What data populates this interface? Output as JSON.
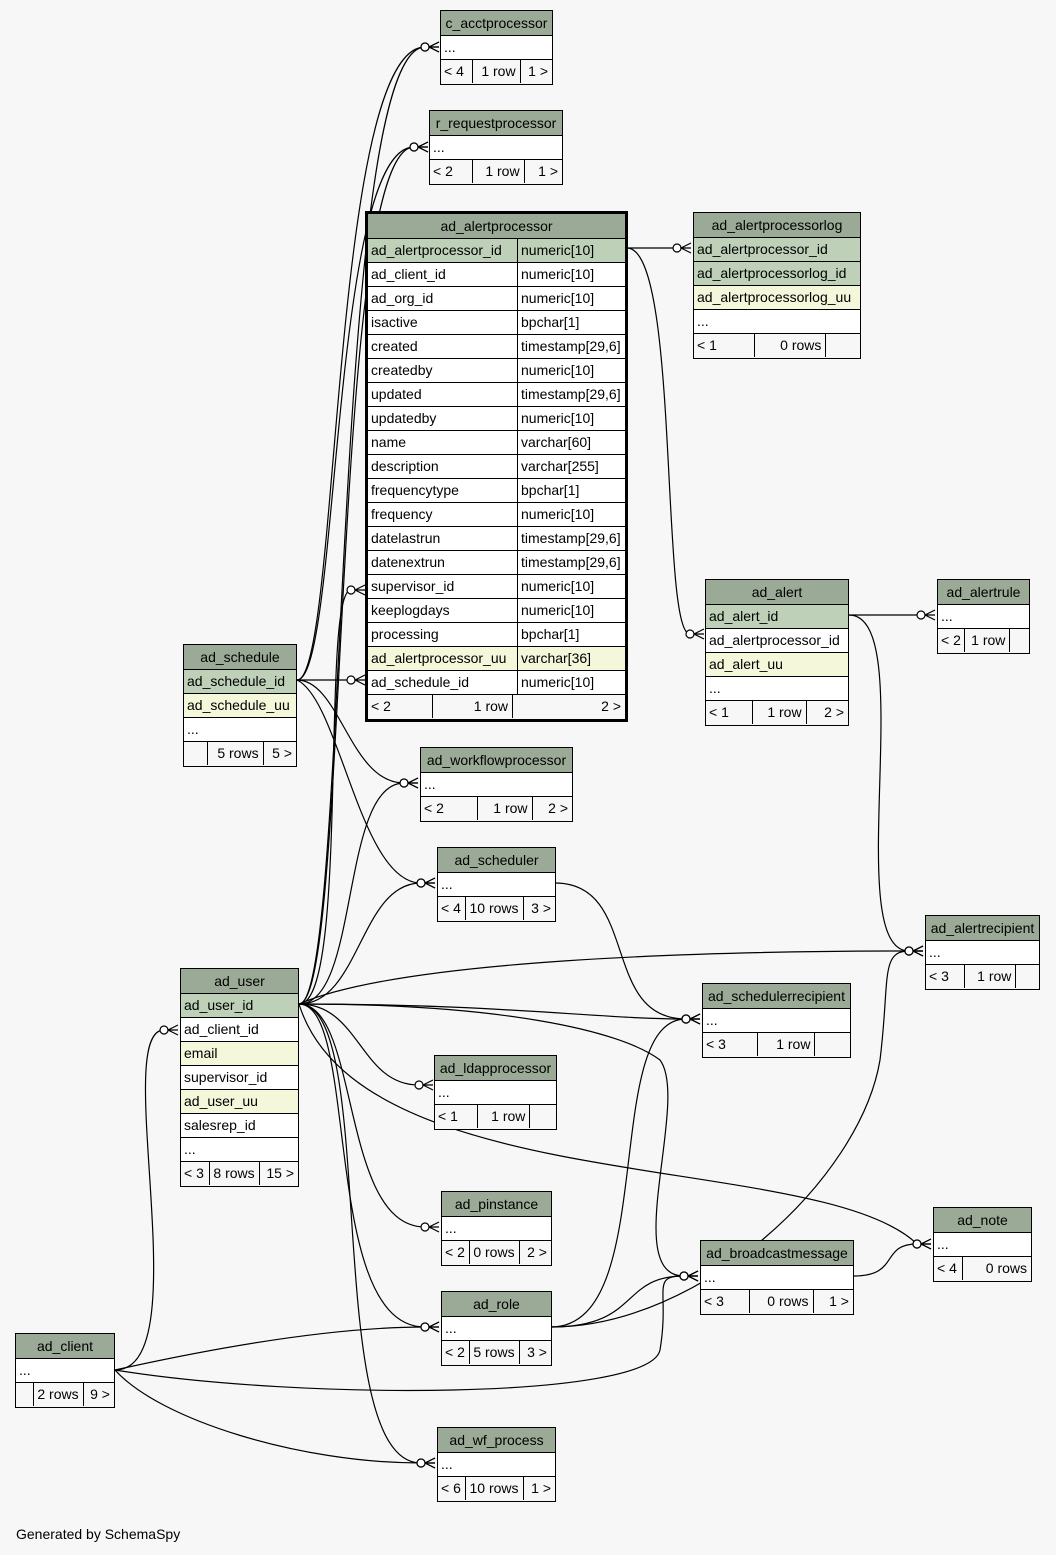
{
  "footer_text": "Generated by SchemaSpy",
  "colors": {
    "title_bg": "#9baa96",
    "pk_bg": "#bed1b8",
    "index_bg": "#f4f7da",
    "background": "#f7f7f7"
  },
  "tables": {
    "c_acctprocessor": {
      "title": "c_acctprocessor",
      "rows": [
        {
          "name": "..."
        }
      ],
      "footer": [
        "< 4",
        "1 row",
        "1 >"
      ]
    },
    "r_requestprocessor": {
      "title": "r_requestprocessor",
      "rows": [
        {
          "name": "..."
        }
      ],
      "footer": [
        "< 2",
        "1 row",
        "1 >"
      ]
    },
    "ad_alertprocessor": {
      "title": "ad_alertprocessor",
      "rows": [
        {
          "name": "ad_alertprocessor_id",
          "type": "numeric[10]",
          "kind": "pk"
        },
        {
          "name": "ad_client_id",
          "type": "numeric[10]"
        },
        {
          "name": "ad_org_id",
          "type": "numeric[10]"
        },
        {
          "name": "isactive",
          "type": "bpchar[1]"
        },
        {
          "name": "created",
          "type": "timestamp[29,6]"
        },
        {
          "name": "createdby",
          "type": "numeric[10]"
        },
        {
          "name": "updated",
          "type": "timestamp[29,6]"
        },
        {
          "name": "updatedby",
          "type": "numeric[10]"
        },
        {
          "name": "name",
          "type": "varchar[60]"
        },
        {
          "name": "description",
          "type": "varchar[255]"
        },
        {
          "name": "frequencytype",
          "type": "bpchar[1]"
        },
        {
          "name": "frequency",
          "type": "numeric[10]"
        },
        {
          "name": "datelastrun",
          "type": "timestamp[29,6]"
        },
        {
          "name": "datenextrun",
          "type": "timestamp[29,6]"
        },
        {
          "name": "supervisor_id",
          "type": "numeric[10]"
        },
        {
          "name": "keeplogdays",
          "type": "numeric[10]"
        },
        {
          "name": "processing",
          "type": "bpchar[1]"
        },
        {
          "name": "ad_alertprocessor_uu",
          "type": "varchar[36]",
          "kind": "idx"
        },
        {
          "name": "ad_schedule_id",
          "type": "numeric[10]"
        }
      ],
      "footer": [
        "< 2",
        "1 row",
        "2 >"
      ]
    },
    "ad_alertprocessorlog": {
      "title": "ad_alertprocessorlog",
      "rows": [
        {
          "name": "ad_alertprocessor_id",
          "kind": "pk"
        },
        {
          "name": "ad_alertprocessorlog_id",
          "kind": "pk"
        },
        {
          "name": "ad_alertprocessorlog_uu",
          "kind": "idx"
        },
        {
          "name": "..."
        }
      ],
      "footer": [
        "< 1",
        "0 rows",
        ""
      ]
    },
    "ad_alert": {
      "title": "ad_alert",
      "rows": [
        {
          "name": "ad_alert_id",
          "kind": "pk"
        },
        {
          "name": "ad_alertprocessor_id"
        },
        {
          "name": "ad_alert_uu",
          "kind": "idx"
        },
        {
          "name": "..."
        }
      ],
      "footer": [
        "< 1",
        "1 row",
        "2 >"
      ]
    },
    "ad_alertrule": {
      "title": "ad_alertrule",
      "rows": [
        {
          "name": "..."
        }
      ],
      "footer": [
        "< 2",
        "1 row",
        ""
      ]
    },
    "ad_schedule": {
      "title": "ad_schedule",
      "rows": [
        {
          "name": "ad_schedule_id",
          "kind": "pk"
        },
        {
          "name": "ad_schedule_uu",
          "kind": "idx"
        },
        {
          "name": "..."
        }
      ],
      "footer": [
        "",
        "5 rows",
        "5 >"
      ]
    },
    "ad_workflowprocessor": {
      "title": "ad_workflowprocessor",
      "rows": [
        {
          "name": "..."
        }
      ],
      "footer": [
        "< 2",
        "1 row",
        "2 >"
      ]
    },
    "ad_scheduler": {
      "title": "ad_scheduler",
      "rows": [
        {
          "name": "..."
        }
      ],
      "footer": [
        "< 4",
        "10 rows",
        "3 >"
      ]
    },
    "ad_alertrecipient": {
      "title": "ad_alertrecipient",
      "rows": [
        {
          "name": "..."
        }
      ],
      "footer": [
        "< 3",
        "1 row",
        ""
      ]
    },
    "ad_user": {
      "title": "ad_user",
      "rows": [
        {
          "name": "ad_user_id",
          "kind": "pk"
        },
        {
          "name": "ad_client_id"
        },
        {
          "name": "email",
          "kind": "idx"
        },
        {
          "name": "supervisor_id"
        },
        {
          "name": "ad_user_uu",
          "kind": "idx"
        },
        {
          "name": "salesrep_id"
        },
        {
          "name": "..."
        }
      ],
      "footer": [
        "< 3",
        "8 rows",
        "15 >"
      ]
    },
    "ad_schedulerrecipient": {
      "title": "ad_schedulerrecipient",
      "rows": [
        {
          "name": "..."
        }
      ],
      "footer": [
        "< 3",
        "1 row",
        ""
      ]
    },
    "ad_ldapprocessor": {
      "title": "ad_ldapprocessor",
      "rows": [
        {
          "name": "..."
        }
      ],
      "footer": [
        "< 1",
        "1 row",
        ""
      ]
    },
    "ad_pinstance": {
      "title": "ad_pinstance",
      "rows": [
        {
          "name": "..."
        }
      ],
      "footer": [
        "< 2",
        "0 rows",
        "2 >"
      ]
    },
    "ad_note": {
      "title": "ad_note",
      "rows": [
        {
          "name": "..."
        }
      ],
      "footer": [
        "< 4",
        "0 rows"
      ]
    },
    "ad_broadcastmessage": {
      "title": "ad_broadcastmessage",
      "rows": [
        {
          "name": "..."
        }
      ],
      "footer": [
        "< 3",
        "0 rows",
        "1 >"
      ]
    },
    "ad_role": {
      "title": "ad_role",
      "rows": [
        {
          "name": "..."
        }
      ],
      "footer": [
        "< 2",
        "5 rows",
        "3 >"
      ]
    },
    "ad_client": {
      "title": "ad_client",
      "rows": [
        {
          "name": "..."
        }
      ],
      "footer": [
        "",
        "2 rows",
        "9 >"
      ]
    },
    "ad_wf_process": {
      "title": "ad_wf_process",
      "rows": [
        {
          "name": "..."
        }
      ],
      "footer": [
        "< 6",
        "10 rows",
        "1 >"
      ]
    }
  },
  "relationships": [
    {
      "from": "ad_schedule",
      "to": "c_acctprocessor"
    },
    {
      "from": "ad_schedule",
      "to": "r_requestprocessor"
    },
    {
      "from": "ad_schedule",
      "to": "ad_alertprocessor"
    },
    {
      "from": "ad_schedule",
      "to": "ad_workflowprocessor"
    },
    {
      "from": "ad_schedule",
      "to": "ad_scheduler"
    },
    {
      "from": "ad_alertprocessor",
      "to": "ad_alertprocessorlog"
    },
    {
      "from": "ad_alertprocessor",
      "to": "ad_alert"
    },
    {
      "from": "ad_alert",
      "to": "ad_alertrule"
    },
    {
      "from": "ad_alert",
      "to": "ad_alertrecipient"
    },
    {
      "from": "ad_user",
      "to": "c_acctprocessor"
    },
    {
      "from": "ad_user",
      "to": "r_requestprocessor"
    },
    {
      "from": "ad_user",
      "to": "ad_alertprocessor"
    },
    {
      "from": "ad_user",
      "to": "ad_workflowprocessor"
    },
    {
      "from": "ad_user",
      "to": "ad_scheduler"
    },
    {
      "from": "ad_user",
      "to": "ad_alertrecipient"
    },
    {
      "from": "ad_user",
      "to": "ad_schedulerrecipient"
    },
    {
      "from": "ad_user",
      "to": "ad_ldapprocessor"
    },
    {
      "from": "ad_user",
      "to": "ad_pinstance"
    },
    {
      "from": "ad_user",
      "to": "ad_note"
    },
    {
      "from": "ad_user",
      "to": "ad_broadcastmessage"
    },
    {
      "from": "ad_user",
      "to": "ad_role"
    },
    {
      "from": "ad_user",
      "to": "ad_wf_process"
    },
    {
      "from": "ad_scheduler",
      "to": "ad_schedulerrecipient"
    },
    {
      "from": "ad_role",
      "to": "ad_schedulerrecipient"
    },
    {
      "from": "ad_role",
      "to": "ad_alertrecipient"
    },
    {
      "from": "ad_role",
      "to": "ad_broadcastmessage"
    },
    {
      "from": "ad_broadcastmessage",
      "to": "ad_note"
    },
    {
      "from": "ad_client",
      "to": "ad_user"
    },
    {
      "from": "ad_client",
      "to": "ad_role"
    },
    {
      "from": "ad_client",
      "to": "ad_broadcastmessage"
    },
    {
      "from": "ad_client",
      "to": "ad_wf_process"
    }
  ]
}
